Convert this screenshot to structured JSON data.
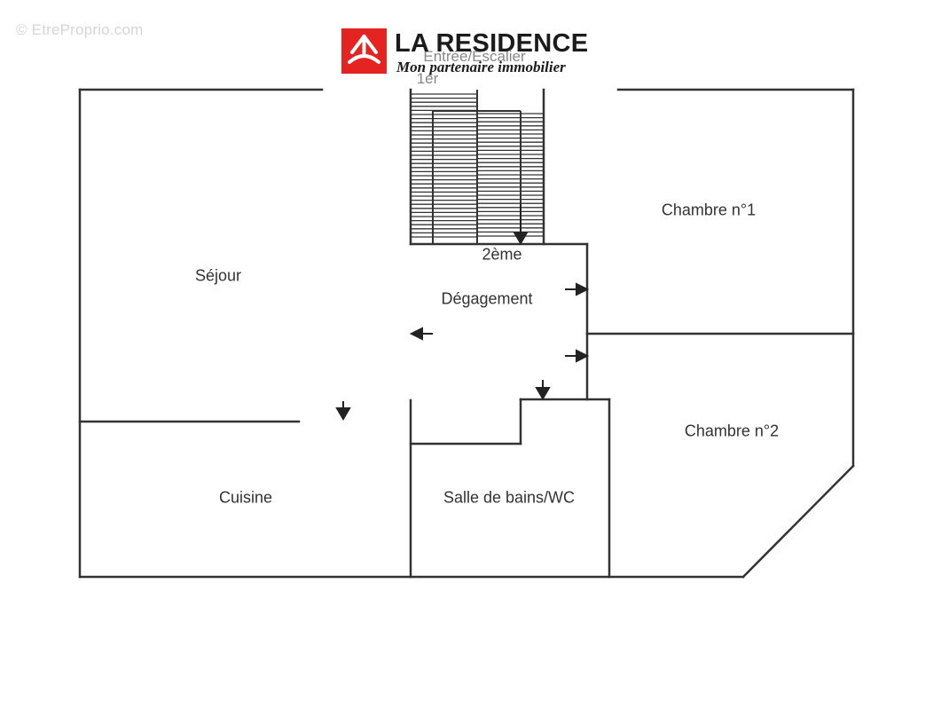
{
  "watermark": "© EtreProprio.com",
  "brand": {
    "name": "LA RESIDENCE",
    "tagline": "Mon partenaire immobilier",
    "logo_color": "#e52421",
    "logo_icon": "house-roof-logo-icon"
  },
  "stair_labels": {
    "entry": "Entrée/Escalier",
    "floor_1": "1er",
    "floor_2": "2ème"
  },
  "rooms": {
    "sejour": "Séjour",
    "degagement": "Dégagement",
    "chambre_1": "Chambre n°1",
    "chambre_2": "Chambre n°2",
    "cuisine": "Cuisine",
    "salle_de_bains": "Salle de bains/WC"
  },
  "colors": {
    "wall": "#333333",
    "text": "#333333"
  }
}
